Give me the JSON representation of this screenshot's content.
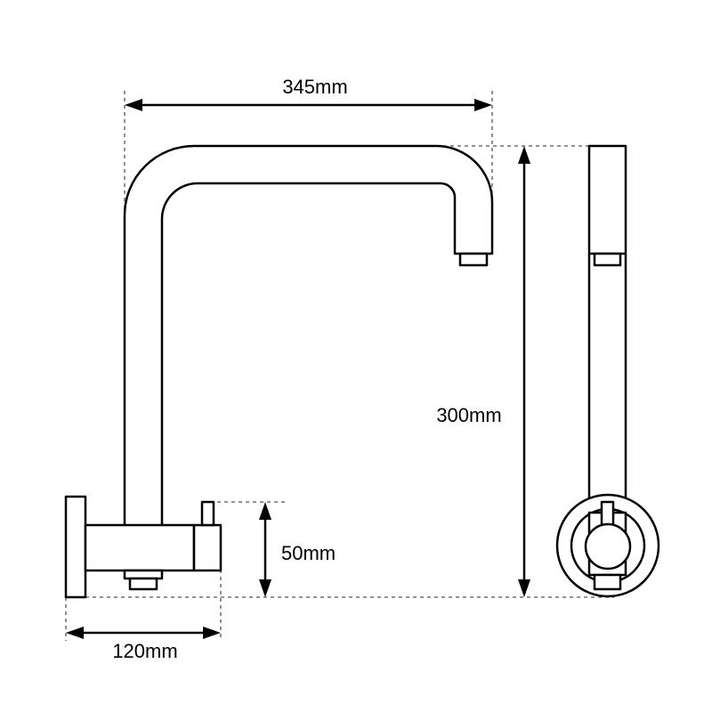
{
  "dimensions": {
    "width_label": "345mm",
    "height_label": "300mm",
    "handle_label": "50mm",
    "base_label": "120mm"
  },
  "colors": {
    "line": "#000000",
    "dashed": "#555555",
    "background": "#ffffff"
  }
}
